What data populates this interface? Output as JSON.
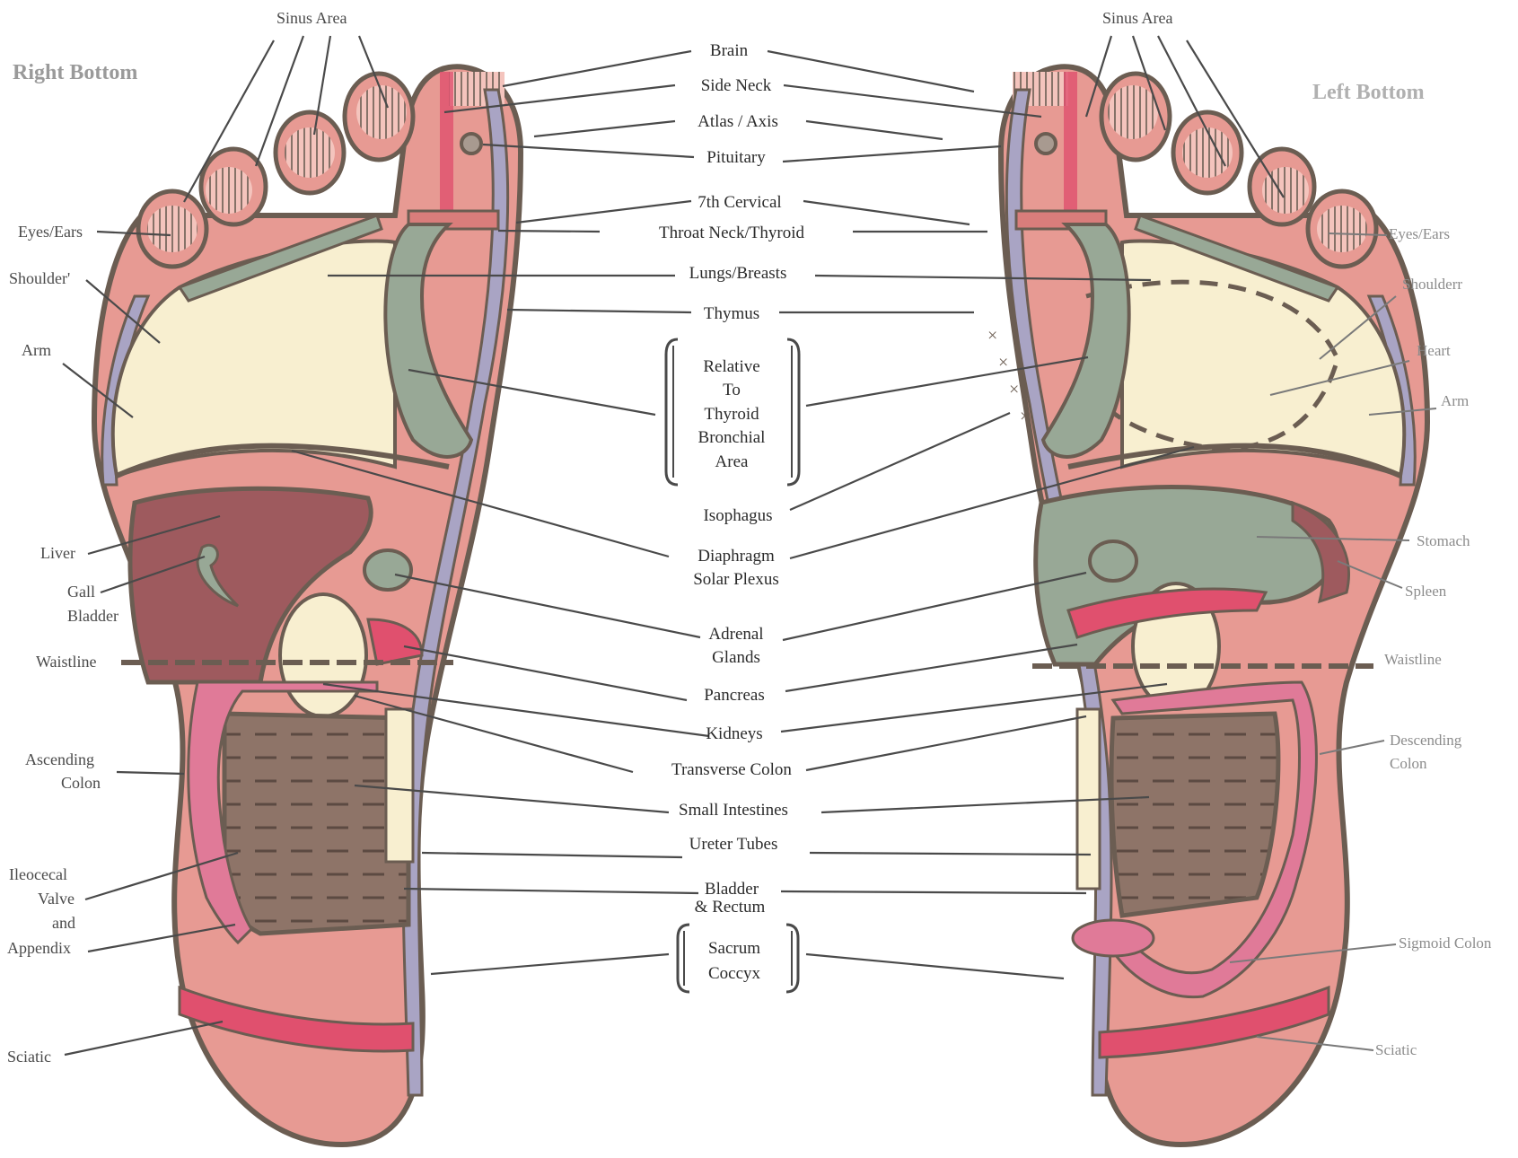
{
  "headers": {
    "right_bottom": "Right Bottom",
    "left_bottom": "Left Bottom"
  },
  "center_labels": {
    "brain": "Brain",
    "side_neck": "Side Neck",
    "atlas_axis": "Atlas / Axis",
    "pituitary": "Pituitary",
    "seventh_cervical": "7th Cervical",
    "throat_neck_thyroid": "Throat Neck/Thyroid",
    "lungs_breasts": "Lungs/Breasts",
    "thymus": "Thymus",
    "relative_1": "Relative",
    "relative_2": "To",
    "relative_3": "Thyroid",
    "relative_4": "Bronchial",
    "relative_5": "Area",
    "isophagus": "Isophagus",
    "diaphragm": "Diaphragm",
    "solar_plexus": "Solar Plexus",
    "adrenal": "Adrenal",
    "glands": "Glands",
    "pancreas": "Pancreas",
    "kidneys": "Kidneys",
    "transverse_colon": "Transverse Colon",
    "small_intestines": "Small Intestines",
    "ureter_tubes": "Ureter Tubes",
    "bladder": "Bladder",
    "and_rectum": "& Rectum",
    "sacrum": "Sacrum",
    "coccyx": "Coccyx"
  },
  "right_foot_labels": {
    "sinus_area": "Sinus Area",
    "eyes_ears": "Eyes/Ears",
    "shoulder": "Shoulder'",
    "arm": "Arm",
    "liver": "Liver",
    "gall": "Gall",
    "bladder": "Bladder",
    "waistline": "Waistline",
    "ascending": "Ascending",
    "colon": "Colon",
    "ileocecal": "Ileocecal",
    "valve": "Valve",
    "and": "and",
    "appendix": "Appendix",
    "sciatic": "Sciatic"
  },
  "left_foot_labels": {
    "sinus_area": "Sinus Area",
    "eyes_ears": "Eyes/Ears",
    "shoulder": "Shoulderr",
    "heart": "Heart",
    "arm": "Arm",
    "stomach": "Stomach",
    "spleen": "Spleen",
    "waistline": "Waistline",
    "descending": "Descending",
    "colon": "Colon",
    "sigmoid_colon": "Sigmoid Colon",
    "sciatic": "Sciatic"
  },
  "colors": {
    "skin": "#e79a93",
    "skin_light": "#f2b9b0",
    "chest_cream": "#f8efd0",
    "spine_lavender": "#a9a4c4",
    "thyroid_green": "#98a896",
    "liver": "#9e5a5e",
    "intestine_brown": "#8e7468",
    "colon_pink": "#e07a98",
    "sciatic_pink": "#e0506e",
    "outline": "#6b5d52"
  }
}
